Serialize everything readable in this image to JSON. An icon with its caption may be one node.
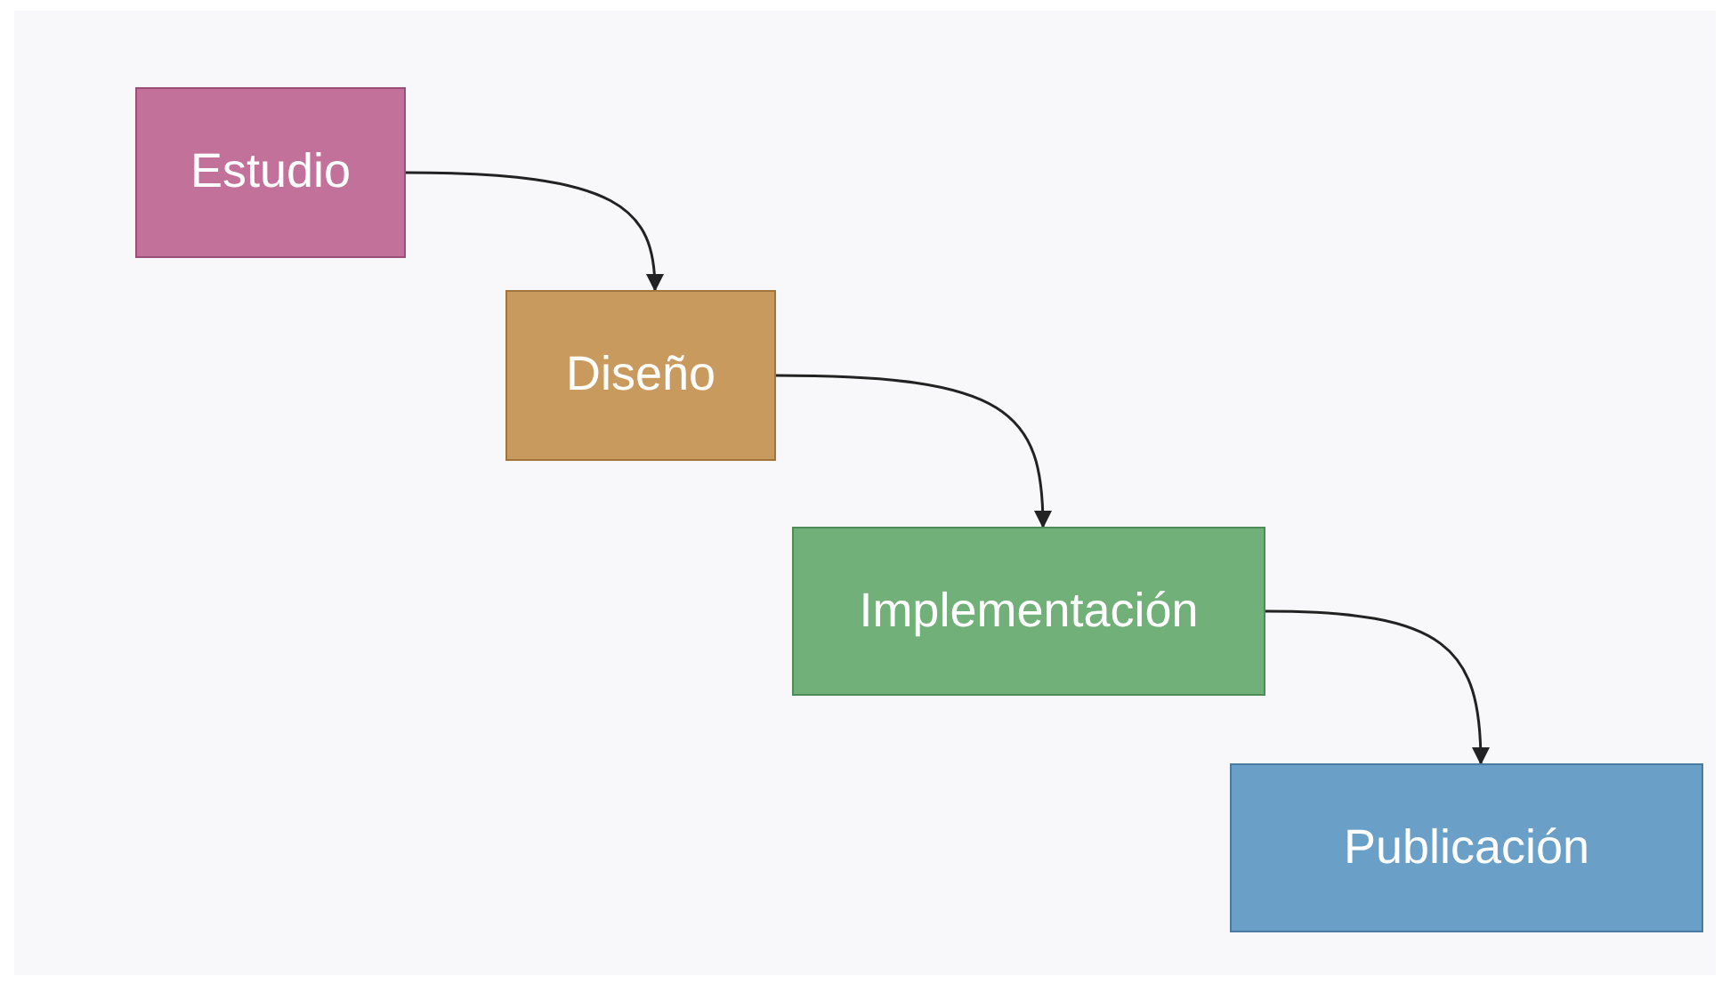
{
  "diagram": {
    "nodes": [
      {
        "text": [
          "Estudio"
        ]
      },
      {
        "text": [
          "Diseño"
        ]
      },
      {
        "text": [
          "Implementación"
        ]
      },
      {
        "text": [
          "Publicación"
        ]
      }
    ],
    "edges": [
      {
        "from": 0,
        "to": 1,
        "arrow": "to"
      },
      {
        "from": 1,
        "to": 2,
        "arrow": "to"
      },
      {
        "from": 2,
        "to": 3,
        "arrow": "to"
      }
    ]
  }
}
